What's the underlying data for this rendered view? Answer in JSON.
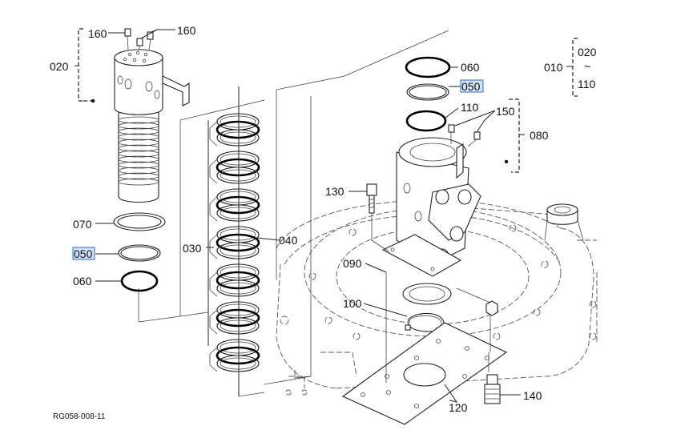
{
  "callouts": {
    "c160a": "160",
    "c160b": "160",
    "c020": "020",
    "c070": "070",
    "c050_left": "050",
    "c060_left": "060",
    "c030": "030",
    "c040": "040",
    "c060_right": "060",
    "c050_right": "050",
    "c110": "110",
    "c150": "150",
    "c080": "080",
    "c130": "130",
    "c090": "090",
    "c100": "100",
    "c120": "120",
    "c140": "140",
    "c010": "010",
    "range_from": "020",
    "range_tilde": "~",
    "range_to": "110"
  },
  "highlight_color": "#cfe2f7",
  "footer": {
    "code": "RG058-008-11"
  }
}
